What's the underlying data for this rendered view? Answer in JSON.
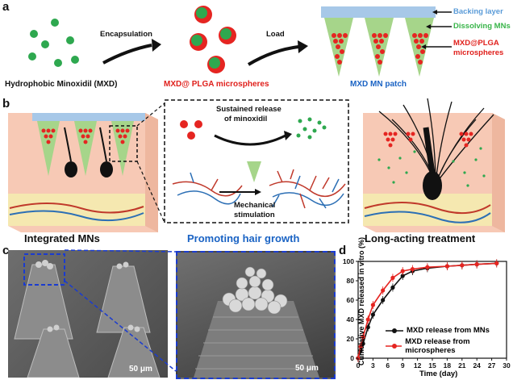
{
  "panel_a": {
    "letter": "a",
    "hydrophobic_label": "Hydrophobic Minoxidil (MXD)",
    "encapsulation_label": "Encapsulation",
    "microspheres_label": "MXD@ PLGA microspheres",
    "load_label": "Load",
    "patch_label": "MXD MN patch",
    "legend": {
      "backing": "Backing layer",
      "dissolving": "Dissolving MNs",
      "mxd_plga": "MXD@PLGA",
      "microspheres": "microspheres"
    },
    "colors": {
      "green": "#2ea84f",
      "red": "#e52521",
      "backing": "#a7c8e8",
      "mn": "#a6d58a"
    }
  },
  "panel_b": {
    "letter": "b",
    "sustained_label_1": "Sustained release",
    "sustained_label_2": "of minoxidil",
    "mechanical_label_1": "Mechanical",
    "mechanical_label_2": "stimulation",
    "integrated_label": "Integrated MNs",
    "promoting_label": "Promoting hair growth",
    "long_acting_label": "Long-acting treatment",
    "colors": {
      "skin": "#f7c9b5",
      "skin_deep": "#f4d9c2",
      "fat": "#f5e8b0"
    }
  },
  "panel_c": {
    "letter": "c",
    "scale_left": "50 μm",
    "scale_right": "50 μm"
  },
  "chart_data": {
    "type": "line",
    "letter": "d",
    "xlabel": "Time (day)",
    "ylabel": "Cumulative MXD released in vitro (%)",
    "xlim": [
      0,
      30
    ],
    "ylim": [
      0,
      100
    ],
    "x_ticks": [
      "0",
      "3",
      "6",
      "9",
      "12",
      "15",
      "18",
      "21",
      "24",
      "27",
      "30"
    ],
    "y_ticks": [
      "0",
      "20",
      "40",
      "60",
      "80",
      "100"
    ],
    "legend_position": "bottom-right",
    "series": [
      {
        "name": "MXD release from MNs",
        "color": "#111111",
        "x": [
          0,
          0.5,
          1,
          2,
          3,
          5,
          7,
          9,
          11,
          14,
          18,
          21,
          24,
          28
        ],
        "y": [
          0,
          8,
          15,
          32,
          45,
          60,
          73,
          85,
          90,
          93,
          95,
          96,
          97,
          98
        ]
      },
      {
        "name": "MXD release from microspheres",
        "color": "#e52521",
        "x": [
          0,
          0.5,
          1,
          2,
          3,
          5,
          7,
          9,
          11,
          14,
          18,
          21,
          24,
          28
        ],
        "y": [
          0,
          12,
          22,
          40,
          55,
          70,
          83,
          90,
          92,
          94,
          95,
          96,
          97,
          98
        ]
      }
    ]
  }
}
